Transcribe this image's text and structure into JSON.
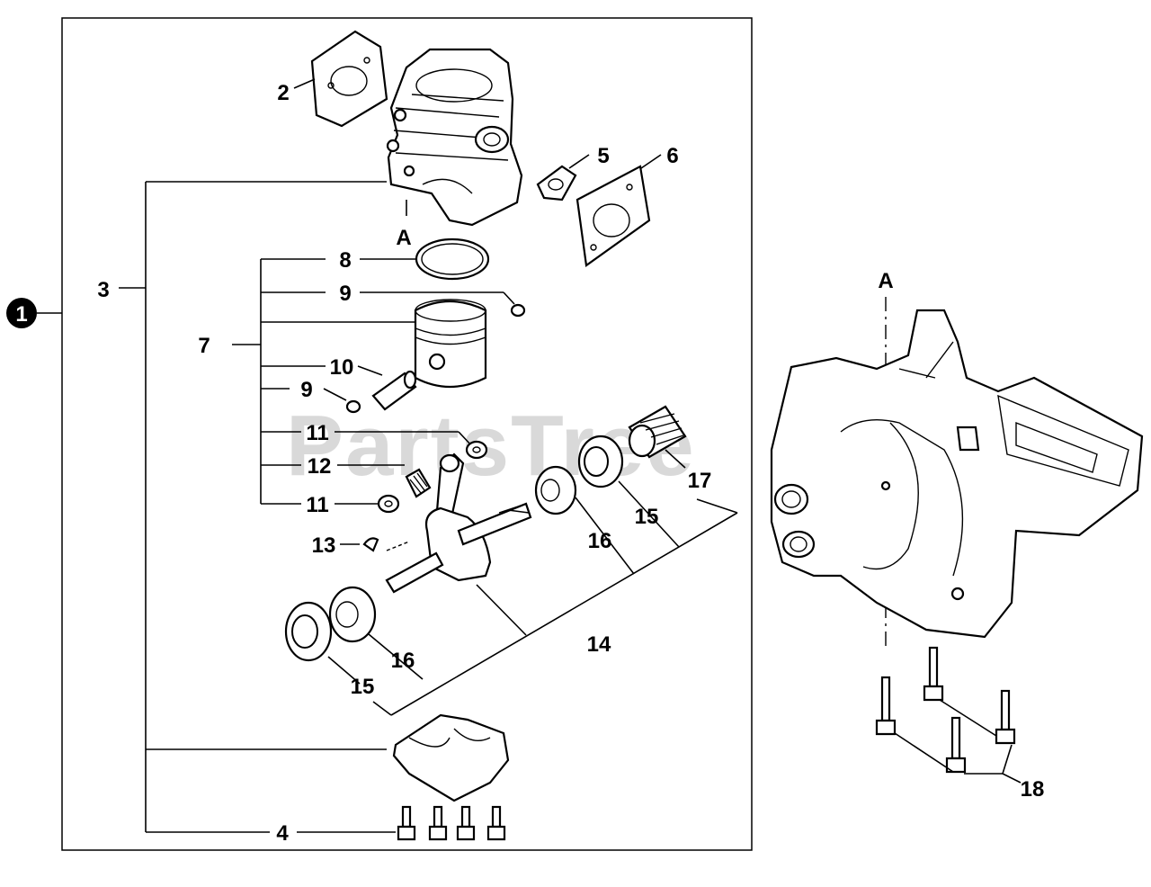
{
  "watermark": "PartsTree",
  "assembly_marker": "1",
  "section_labels": {
    "upper": "A",
    "lower": "A"
  },
  "callouts": [
    {
      "id": "c2",
      "text": "2"
    },
    {
      "id": "c3",
      "text": "3"
    },
    {
      "id": "c4",
      "text": "4"
    },
    {
      "id": "c5",
      "text": "5"
    },
    {
      "id": "c6",
      "text": "6"
    },
    {
      "id": "c7",
      "text": "7"
    },
    {
      "id": "c8",
      "text": "8"
    },
    {
      "id": "c9a",
      "text": "9"
    },
    {
      "id": "c9b",
      "text": "9"
    },
    {
      "id": "c10",
      "text": "10"
    },
    {
      "id": "c11a",
      "text": "11"
    },
    {
      "id": "c11b",
      "text": "11"
    },
    {
      "id": "c12",
      "text": "12"
    },
    {
      "id": "c13",
      "text": "13"
    },
    {
      "id": "c14",
      "text": "14"
    },
    {
      "id": "c15a",
      "text": "15"
    },
    {
      "id": "c15b",
      "text": "15"
    },
    {
      "id": "c16a",
      "text": "16"
    },
    {
      "id": "c16b",
      "text": "16"
    },
    {
      "id": "c17",
      "text": "17"
    },
    {
      "id": "c18",
      "text": "18"
    }
  ]
}
